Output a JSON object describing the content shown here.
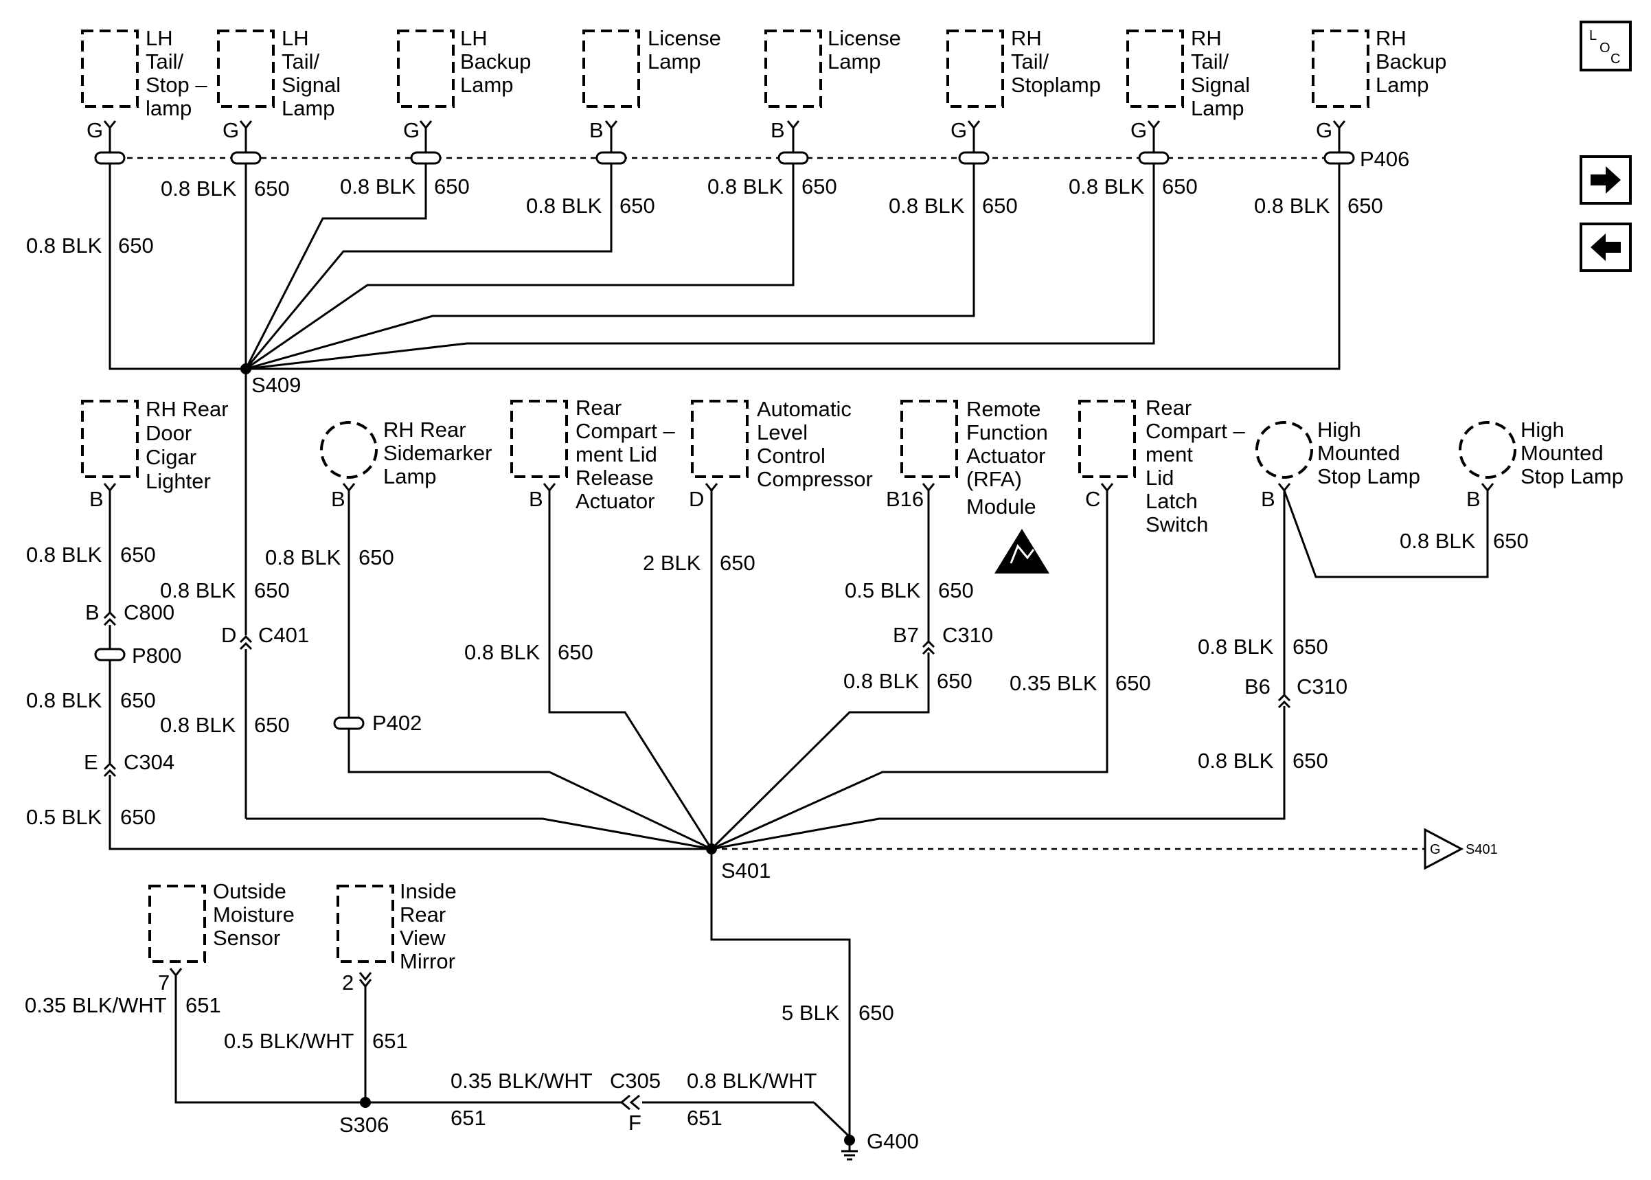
{
  "components": {
    "lh_tail_stoplamp": [
      "LH",
      "Tail/",
      "Stop –",
      "lamp"
    ],
    "lh_tail_signal_lamp": [
      "LH",
      "Tail/",
      "Signal",
      "Lamp"
    ],
    "lh_backup_lamp": [
      "LH",
      "Backup",
      "Lamp"
    ],
    "license_lamp_1": [
      "License",
      "Lamp"
    ],
    "license_lamp_2": [
      "License",
      "Lamp"
    ],
    "rh_tail_stoplamp": [
      "RH",
      "Tail/",
      "Stoplamp"
    ],
    "rh_tail_signal_lamp": [
      "RH",
      "Tail/",
      "Signal",
      "Lamp"
    ],
    "rh_backup_lamp": [
      "RH",
      "Backup",
      "Lamp"
    ],
    "rh_rear_door_cigar_lighter": [
      "RH Rear",
      "Door",
      "Cigar",
      "Lighter"
    ],
    "rh_rear_sidemarker_lamp": [
      "RH Rear",
      "Sidemarker",
      "Lamp"
    ],
    "rear_compartment_lid_release_actuator": [
      "Rear",
      "Compart –",
      "ment Lid",
      "Release",
      "Actuator"
    ],
    "automatic_level_control_compressor": [
      "Automatic",
      "Level",
      "Control",
      "Compressor"
    ],
    "remote_function_actuator_module": [
      "Remote",
      "Function",
      "Actuator",
      "(RFA)",
      "Module"
    ],
    "rear_compartment_lid_latch_switch": [
      "Rear",
      "Compart –",
      "ment",
      "Lid",
      "Latch",
      "Switch"
    ],
    "high_mounted_stop_lamp_1": [
      "High",
      "Mounted",
      "Stop Lamp"
    ],
    "high_mounted_stop_lamp_2": [
      "High",
      "Mounted",
      "Stop Lamp"
    ],
    "outside_moisture_sensor": [
      "Outside",
      "Moisture",
      "Sensor"
    ],
    "inside_rear_view_mirror": [
      "Inside",
      "Rear",
      "View",
      "Mirror"
    ]
  },
  "pins": {
    "top_g1": "G",
    "top_g2": "G",
    "top_g3": "G",
    "top_b1": "B",
    "top_b2": "B",
    "top_g4": "G",
    "top_g5": "G",
    "top_g6": "G",
    "cigar_b": "B",
    "sidemarker_b": "B",
    "release_b": "B",
    "alc_d": "D",
    "rfa_b16": "B16",
    "latch_c": "C",
    "hmsl1_b": "B",
    "hmsl2_b": "B",
    "moisture_7": "7",
    "mirror_2": "2"
  },
  "wires": {
    "blk_08": "0.8 BLK",
    "blk_05": "0.5 BLK",
    "blk_035": "0.35 BLK",
    "blk_2": "2 BLK",
    "blk_5": "5 BLK",
    "circuit_650": "650",
    "blk_wht_035": "0.35 BLK/WHT",
    "blk_wht_05": "0.5 BLK/WHT",
    "blk_wht_08": "0.8 BLK/WHT",
    "circuit_651": "651"
  },
  "splices": {
    "s409": "S409",
    "s401": "S401",
    "s306": "S306",
    "s401_ref": "S401"
  },
  "connectors": {
    "p406": "P406",
    "p800": "P800",
    "p402": "P402",
    "c800": "C800",
    "c800_pin": "B",
    "c401": "C401",
    "c401_pin": "D",
    "c304": "C304",
    "c304_pin": "E",
    "c310a": "C310",
    "c310a_pin": "B7",
    "c310b": "C310",
    "c310b_pin": "B6",
    "c305": "C305",
    "c305_pin": "F"
  },
  "ground": {
    "g400": "G400",
    "ref_symbol": "G"
  },
  "nav": {
    "loc_icon": {
      "letters": [
        "L",
        "O",
        "C"
      ]
    },
    "next_button": "arrow-right-icon",
    "prev_button": "arrow-left-icon"
  }
}
